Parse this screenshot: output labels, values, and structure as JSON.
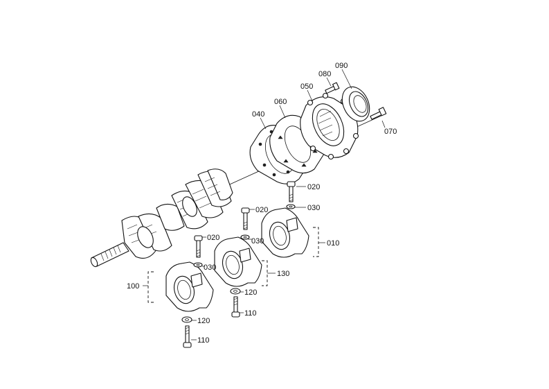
{
  "callouts": {
    "c010": "010",
    "c020a": "020",
    "c020b": "020",
    "c020c": "020",
    "c030a": "030",
    "c030b": "030",
    "c030c": "030",
    "c040": "040",
    "c050": "050",
    "c060": "060",
    "c070": "070",
    "c080": "080",
    "c090": "090",
    "c100": "100",
    "c110a": "110",
    "c110b": "110",
    "c120a": "120",
    "c120b": "120",
    "c130": "130"
  }
}
